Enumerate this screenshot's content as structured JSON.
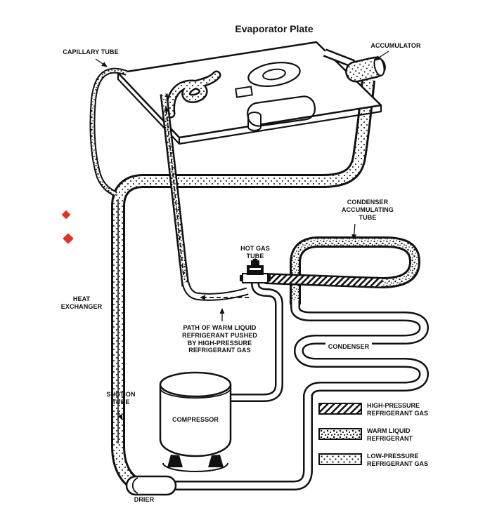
{
  "title": "Evaporator Plate",
  "labels": {
    "capillary_tube": "CAPILLARY TUBE",
    "accumulator": "ACCUMULATOR",
    "condenser_accumulating_tube": "CONDENSER\nACCUMULATING\nTUBE",
    "hot_gas_tube": "HOT GAS\nTUBE",
    "heat_exchanger": "HEAT\nEXCHANGER",
    "warm_liquid_path": "PATH OF WARM LIQUID\nREFRIGERANT PUSHED\nBY HIGH-PRESSURE\nREFRIGERANT GAS",
    "condenser": "CONDENSER",
    "suction_tube": "SUCTION\nTUBE",
    "compressor": "COMPRESSOR",
    "drier": "DRIER"
  },
  "legend": {
    "items": [
      {
        "swatch": "hatch",
        "label": "HIGH-PRESSURE\nREFRIGERANT GAS"
      },
      {
        "swatch": "speckle",
        "label": "WARM LIQUID\nREFRIGERANT"
      },
      {
        "swatch": "dots",
        "label": "LOW-PRESSURE\nREFRIGERANT GAS"
      }
    ]
  },
  "colors": {
    "ink": "#111111",
    "background": "#ffffff",
    "artifact_red": "#e03226"
  }
}
